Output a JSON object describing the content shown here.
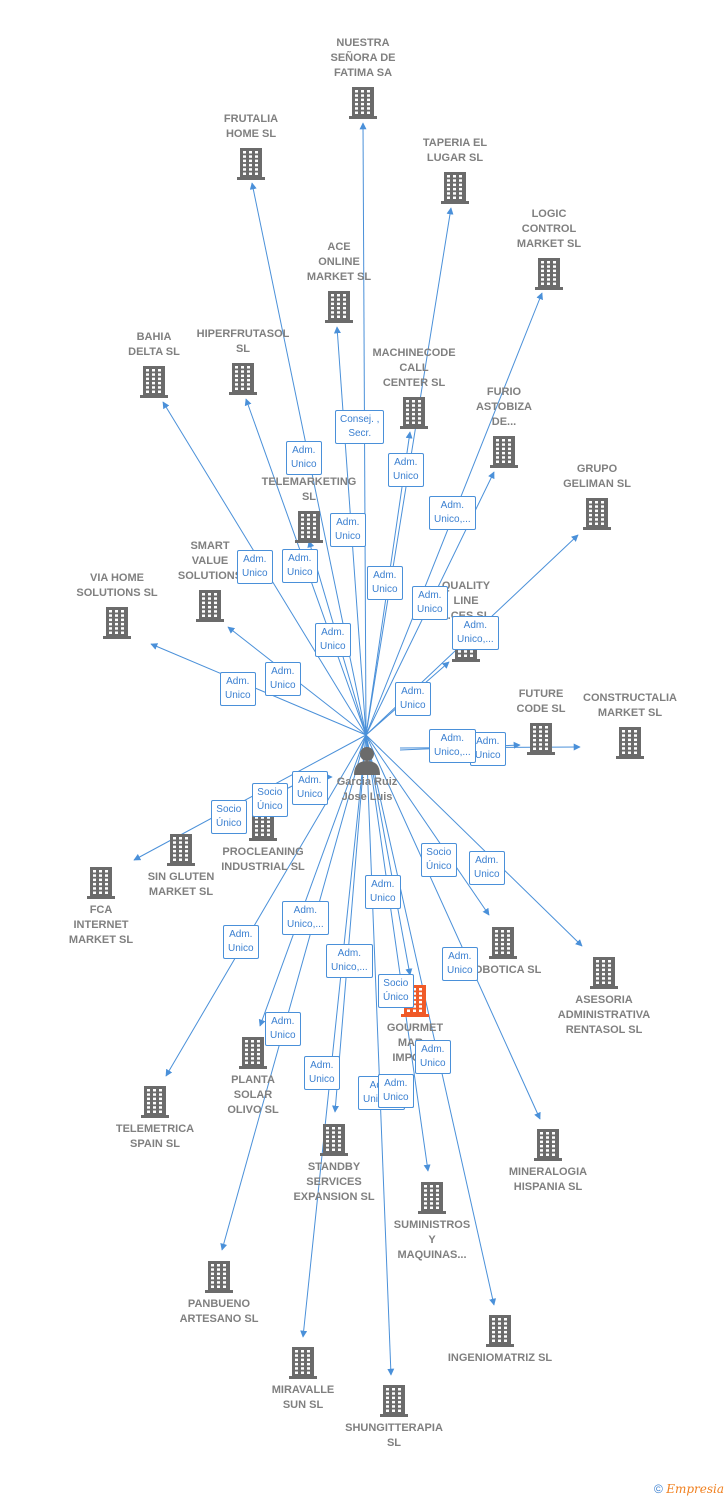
{
  "colors": {
    "edge": "#4a90d9",
    "building": "#6b6b6b",
    "highlight": "#f05a28",
    "label": "#808080"
  },
  "center": {
    "name_line1": "Garcia Ruiz",
    "name_line2": "Jose Luis",
    "icon": "person-icon"
  },
  "companies": [
    {
      "id": "nuestra",
      "lines": [
        "NUESTRA",
        "SEÑORA DE",
        "FATIMA SA"
      ]
    },
    {
      "id": "frutalia",
      "lines": [
        "FRUTALIA",
        "HOME  SL"
      ]
    },
    {
      "id": "taperia",
      "lines": [
        "TAPERIA EL",
        "LUGAR SL"
      ]
    },
    {
      "id": "logic",
      "lines": [
        "LOGIC",
        "CONTROL",
        "MARKET  SL"
      ]
    },
    {
      "id": "ace",
      "lines": [
        "ACE",
        "ONLINE",
        "MARKET SL"
      ]
    },
    {
      "id": "bahia",
      "lines": [
        "BAHIA",
        "DELTA SL"
      ]
    },
    {
      "id": "hiperfrutasol",
      "lines": [
        "HIPERFRUTASOL",
        "SL"
      ]
    },
    {
      "id": "machinecode",
      "lines": [
        "MACHINECODE",
        "CALL",
        "CENTER  SL"
      ]
    },
    {
      "id": "furio",
      "lines": [
        "FURIO",
        "ASTOBIZA",
        "DE..."
      ]
    },
    {
      "id": "grupo",
      "lines": [
        "GRUPO",
        "GELIMAN  SL"
      ]
    },
    {
      "id": "telemarketing",
      "lines": [
        "A",
        "LINE",
        "TELEMARKETING SL"
      ]
    },
    {
      "id": "smart",
      "lines": [
        "SMART",
        "VALUE",
        "SOLUTIONS"
      ]
    },
    {
      "id": "viahome",
      "lines": [
        "VIA HOME",
        "SOLUTIONS SL"
      ]
    },
    {
      "id": "quality",
      "lines": [
        "QUALITY",
        "LINE",
        "...CES  SL"
      ]
    },
    {
      "id": "future",
      "lines": [
        "FUTURE",
        "CODE  SL"
      ]
    },
    {
      "id": "constructalia",
      "lines": [
        "CONSTRUCTALIA",
        "MARKET  SL"
      ]
    },
    {
      "id": "procleaning",
      "lines": [
        "PROCLEANING",
        "INDUSTRIAL SL"
      ]
    },
    {
      "id": "singluten",
      "lines": [
        "SIN GLUTEN",
        "MARKET  SL"
      ]
    },
    {
      "id": "fca",
      "lines": [
        "FCA",
        "INTERNET",
        "MARKET  SL"
      ]
    },
    {
      "id": "robotica",
      "lines": [
        "...OBOTICA SL"
      ]
    },
    {
      "id": "asesoria",
      "lines": [
        "ASESORIA",
        "ADMINISTRATIVA",
        "RENTASOL SL"
      ]
    },
    {
      "id": "gourmet",
      "lines": [
        "GOURMET",
        "MAR...",
        "IMPOR..."
      ]
    },
    {
      "id": "planta",
      "lines": [
        "PLANTA",
        "SOLAR",
        "OLIVO SL"
      ]
    },
    {
      "id": "telemetrica",
      "lines": [
        "TELEMETRICA",
        "SPAIN  SL"
      ]
    },
    {
      "id": "standby",
      "lines": [
        "STANDBY",
        "SERVICES",
        "EXPANSION SL"
      ]
    },
    {
      "id": "mineralogia",
      "lines": [
        "MINERALOGIA",
        "HISPANIA  SL"
      ]
    },
    {
      "id": "suministros",
      "lines": [
        "SUMINISTROS",
        "Y",
        "MAQUINAS..."
      ]
    },
    {
      "id": "panbueno",
      "lines": [
        "PANBUENO",
        "ARTESANO  SL"
      ]
    },
    {
      "id": "ingeniomatriz",
      "lines": [
        "INGENIOMATRIZ SL"
      ]
    },
    {
      "id": "miravalle",
      "lines": [
        "MIRAVALLE",
        "SUN  SL"
      ]
    },
    {
      "id": "shungitterapia",
      "lines": [
        "SHUNGITTERAPIA",
        "SL"
      ]
    }
  ],
  "roles": [
    {
      "id": "r1",
      "lines": [
        "Consej. ,",
        "Secr."
      ]
    },
    {
      "id": "r2",
      "lines": [
        "Adm.",
        "Unico"
      ]
    },
    {
      "id": "r3",
      "lines": [
        "Adm.",
        "Unico"
      ]
    },
    {
      "id": "r4",
      "lines": [
        "Adm.",
        "Unico,..."
      ]
    },
    {
      "id": "r5",
      "lines": [
        "Adm.",
        "Unico"
      ]
    },
    {
      "id": "r6",
      "lines": [
        "Adm.",
        "Unico"
      ]
    },
    {
      "id": "r7",
      "lines": [
        "Adm.",
        "Unico"
      ]
    },
    {
      "id": "r8",
      "lines": [
        "Adm.",
        "Unico"
      ]
    },
    {
      "id": "r9",
      "lines": [
        "Adm.",
        "Unico"
      ]
    },
    {
      "id": "r10",
      "lines": [
        "Adm.",
        "Unico,..."
      ]
    },
    {
      "id": "r11",
      "lines": [
        "Adm.",
        "Unico"
      ]
    },
    {
      "id": "r12",
      "lines": [
        "Adm.",
        "Unico"
      ]
    },
    {
      "id": "r13",
      "lines": [
        "Adm.",
        "Unico"
      ]
    },
    {
      "id": "r14",
      "lines": [
        "Adm.",
        "Unico"
      ]
    },
    {
      "id": "r15",
      "lines": [
        "Adm.",
        "Unico"
      ]
    },
    {
      "id": "r16",
      "lines": [
        "Socio",
        "Único"
      ]
    },
    {
      "id": "r17",
      "lines": [
        "Adm.",
        "Unico,..."
      ]
    },
    {
      "id": "r18",
      "lines": [
        "Adm.",
        "Unico"
      ]
    },
    {
      "id": "r19",
      "lines": [
        "Socio",
        "Único"
      ]
    },
    {
      "id": "r20",
      "lines": [
        "Socio",
        "Único"
      ]
    },
    {
      "id": "r21",
      "lines": [
        "Adm.",
        "Unico"
      ]
    },
    {
      "id": "r22",
      "lines": [
        "Adm.",
        "Unico"
      ]
    },
    {
      "id": "r23",
      "lines": [
        "Adm.",
        "Unico,..."
      ]
    },
    {
      "id": "r24",
      "lines": [
        "Adm.",
        "Unico"
      ]
    },
    {
      "id": "r25",
      "lines": [
        "Adm.",
        "Unico,..."
      ]
    },
    {
      "id": "r26",
      "lines": [
        "Adm.",
        "Unico"
      ]
    },
    {
      "id": "r27",
      "lines": [
        "Socio",
        "Único"
      ]
    },
    {
      "id": "r28",
      "lines": [
        "Adm.",
        "Unico"
      ]
    },
    {
      "id": "r29",
      "lines": [
        "Adm.",
        "Unico"
      ]
    },
    {
      "id": "r30",
      "lines": [
        "Adm.",
        "Unico"
      ]
    },
    {
      "id": "r31",
      "lines": [
        "Adm.",
        "Unico,..."
      ]
    },
    {
      "id": "r32",
      "lines": [
        "Socio",
        "Único"
      ]
    },
    {
      "id": "r33",
      "lines": [
        "Adm.",
        "Unico"
      ]
    }
  ],
  "footer": {
    "copyright": "©",
    "brand": "Empresia"
  }
}
